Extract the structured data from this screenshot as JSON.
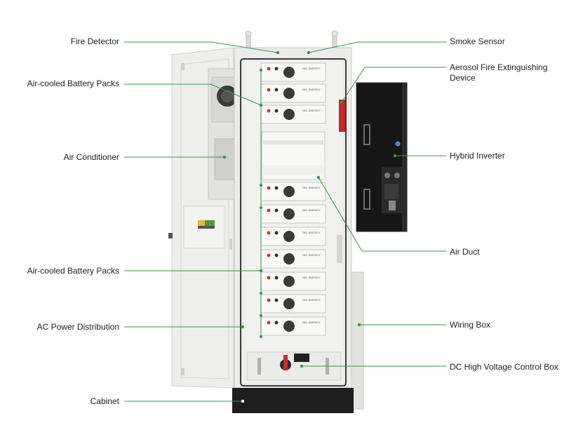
{
  "labels": {
    "fire_detector": "Fire Detector",
    "battery_packs_top": "Air-cooled Battery Packs",
    "air_conditioner": "Air Conditioner",
    "battery_packs_bottom": "Air-cooled Battery Packs",
    "ac_power_distribution": "AC Power Distribution",
    "cabinet": "Cabinet",
    "smoke_sensor": "Smoke Sensor",
    "aerosol_line1": "Aerosol Fire Extinguishing",
    "aerosol_line2": "Device",
    "hybrid_inverter": "Hybrid Inverter",
    "air_duct": "Air Duct",
    "wiring_box": "Wiring Box",
    "dc_control_box": "DC High Voltage Control Box"
  },
  "module_brand": "DEL ENERGY",
  "colors": {
    "leader": "#2e9e3e",
    "cabinet_body": "#e9e9e7",
    "cabinet_edge": "#c9c9c6",
    "cabinet_base": "#1e1e1e",
    "inverter": "#161616",
    "aerosol": "#c8252a"
  }
}
